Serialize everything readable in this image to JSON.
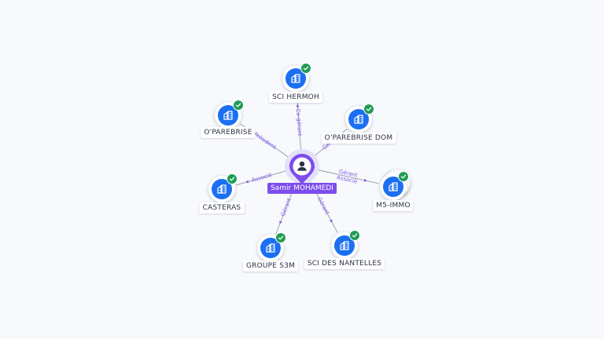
{
  "center": {
    "name": "Samir MOHAMEDI",
    "icon": "person-icon",
    "color": "#7c4dec"
  },
  "companies": [
    {
      "id": "sci-hermoh",
      "name": "SCI HERMOH",
      "verified": true,
      "icon": "building-icon"
    },
    {
      "id": "o-parebrise-dom",
      "name": "O'PAREBRISE DOM",
      "verified": true,
      "icon": "building-icon"
    },
    {
      "id": "m5-immo",
      "name": "M5-IMMO",
      "verified": true,
      "icon": "building-icon"
    },
    {
      "id": "sci-des-nantelles",
      "name": "SCI DES NANTELLES",
      "verified": true,
      "icon": "building-icon"
    },
    {
      "id": "groupe-s3m",
      "name": "GROUPE S3M",
      "verified": true,
      "icon": "building-icon"
    },
    {
      "id": "casteras",
      "name": "CASTERAS",
      "verified": true,
      "icon": "building-icon"
    },
    {
      "id": "o-parebrise",
      "name": "O'PAREBRISE",
      "verified": true,
      "icon": "building-icon"
    }
  ],
  "relations": [
    {
      "to": "sci-hermoh",
      "roles": [
        "Co-gérant"
      ]
    },
    {
      "to": "o-parebrise-dom",
      "roles": [
        "Gérant"
      ]
    },
    {
      "to": "m5-immo",
      "roles": [
        "Gérant",
        "Associé"
      ]
    },
    {
      "to": "sci-des-nantelles",
      "roles": [
        "Gérant"
      ]
    },
    {
      "to": "groupe-s3m",
      "roles": [
        "Gérant"
      ]
    },
    {
      "to": "casteras",
      "roles": [
        "Associé"
      ]
    },
    {
      "to": "o-parebrise",
      "roles": [
        "Président"
      ]
    }
  ],
  "colors": {
    "edge": "#8a8fa3",
    "edge_label": "#7c5ce6",
    "company": "#1b6ff2",
    "verified": "#1f9d55",
    "center": "#7c4dec"
  }
}
